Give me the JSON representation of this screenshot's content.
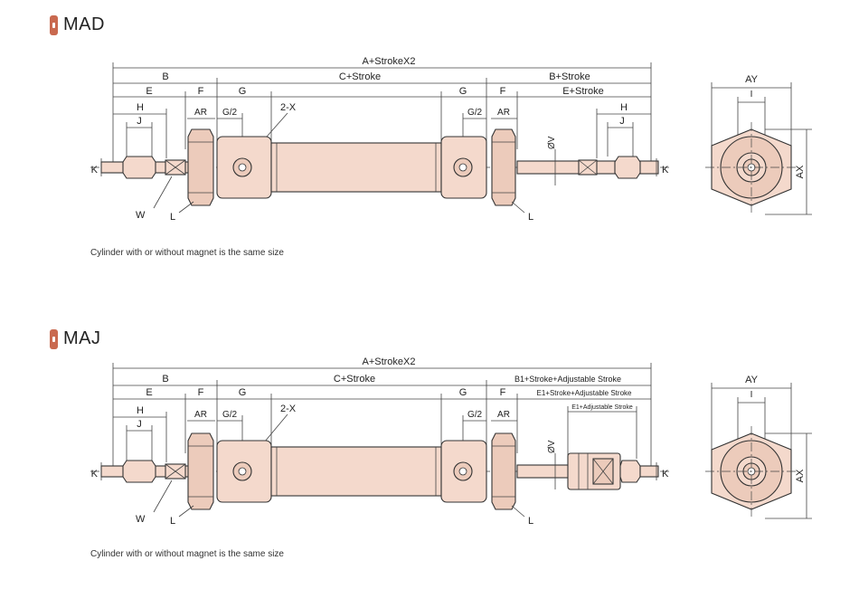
{
  "colors": {
    "accent": "#c9694f",
    "part_fill": "#f4d9cc"
  },
  "note_text": "Cylinder with or without magnet is the same size",
  "sections": [
    {
      "title": "MAD",
      "labels": {
        "A": "A+StrokeX2",
        "B": "B",
        "C": "C+Stroke",
        "B_right": "B+Stroke",
        "E": "E",
        "F": "F",
        "G": "G",
        "E_right": "E+Stroke",
        "F_right": "F",
        "G_right": "G",
        "H": "H",
        "J": "J",
        "G2": "G/2",
        "AR": "AR",
        "G2_right": "G/2",
        "AR_right": "AR",
        "H_right": "H",
        "J_right": "J",
        "port": "2-X",
        "V": "ØV",
        "K": "K",
        "K_right": "K",
        "W": "W",
        "L": "L",
        "L_right": "L",
        "AY": "AY",
        "I": "I",
        "AX": "AX"
      }
    },
    {
      "title": "MAJ",
      "labels": {
        "A": "A+StrokeX2",
        "B": "B",
        "C": "C+Stroke",
        "B_right": "B1+Stroke+Adjustable Stroke",
        "E": "E",
        "F": "F",
        "G": "G",
        "E_right": "E1+Stroke+Adjustable Stroke",
        "F_right": "F",
        "G_right": "G",
        "H": "H",
        "J": "J",
        "G2": "G/2",
        "AR": "AR",
        "G2_right": "G/2",
        "AR_right": "AR",
        "E1_adj": "E1+Adjustable Stroke",
        "port": "2-X",
        "V": "ØV",
        "K": "K",
        "K_right": "K",
        "W": "W",
        "L": "L",
        "L_right": "L",
        "AY": "AY",
        "I": "I",
        "AX": "AX"
      }
    }
  ]
}
